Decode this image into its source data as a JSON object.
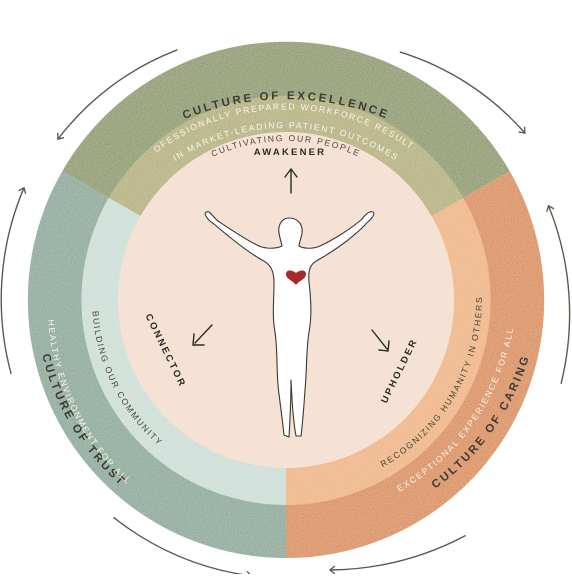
{
  "diagram": {
    "outer_labels": {
      "excellence": "CULTURE OF EXCELLENCE",
      "caring": "CULTURE OF CARING",
      "trust": "CULTURE OF TRUST"
    },
    "outer_ring": {
      "excellence_lines": [
        "PROFESSIONALLY PREPARED WORKFORCE RESULTING",
        "IN MARKET-LEADING PATIENT OUTCOMES"
      ],
      "caring": "EXCEPTIONAL EXPERIENCE FOR ALL",
      "trust": "HEALTHY ENVIRONMENT FOR ALL"
    },
    "inner_ring": {
      "excellence": "CULTIVATING OUR PEOPLE",
      "caring": "RECOGNIZING HUMANITY IN OTHERS",
      "trust": "BUILDING OUR COMMUNITY"
    },
    "roles": {
      "awakener": "AWAKENER",
      "upholder": "UPHOLDER",
      "connector": "CONNECTOR"
    },
    "colors": {
      "excellence_outer": "#7d8d4e",
      "excellence_inner": "#aca867",
      "caring_outer": "#d77e23",
      "caring_inner": "#eeac70",
      "trust_outer": "#7c9f8c",
      "trust_inner": "#c7dbd3",
      "center": "#f6e2d4",
      "heart": "#a7282d",
      "arrows": "#5d5a4c"
    }
  }
}
